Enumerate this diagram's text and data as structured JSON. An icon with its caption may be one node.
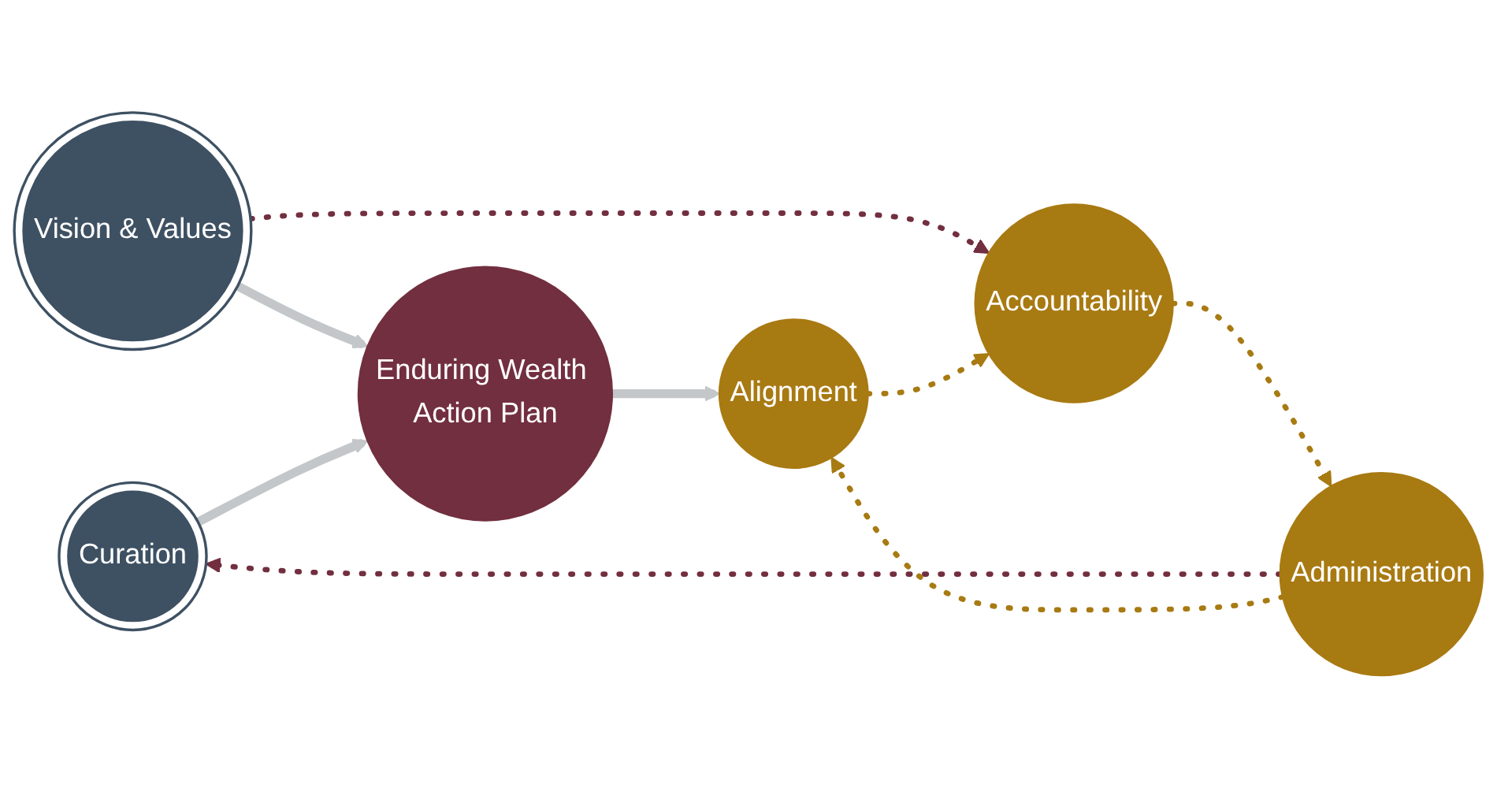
{
  "diagram": {
    "nodes": [
      {
        "text": [
          "Vision & Values"
        ]
      },
      {
        "text": [
          "Curation"
        ]
      },
      {
        "text": [
          "Enduring Wealth Action Plan"
        ]
      },
      {
        "text": [
          "Alignment"
        ]
      },
      {
        "text": [
          "Accountability"
        ]
      },
      {
        "text": [
          "Administration"
        ]
      }
    ],
    "edges": [
      {
        "from": 0,
        "to": 2,
        "arrow": "to",
        "color": "#c4c7c9"
      },
      {
        "from": 1,
        "to": 2,
        "arrow": "to",
        "color": "#c4c7c9"
      },
      {
        "from": 2,
        "to": 3,
        "arrow": "to",
        "color": "#c4c7c9"
      },
      {
        "from": 0,
        "to": 4,
        "arrow": "to",
        "style": "dashed",
        "color": "#722f3f"
      },
      {
        "from": 5,
        "to": 1,
        "arrow": "to",
        "style": "dashed",
        "color": "#722f3f"
      },
      {
        "from": 3,
        "to": 4,
        "arrow": "to",
        "style": "dashed",
        "color": "#a87a12"
      },
      {
        "from": 4,
        "to": 5,
        "arrow": "to",
        "style": "dashed",
        "color": "#a87a12"
      },
      {
        "from": 5,
        "to": 3,
        "arrow": "to",
        "style": "dashed",
        "color": "#a87a12"
      }
    ]
  }
}
